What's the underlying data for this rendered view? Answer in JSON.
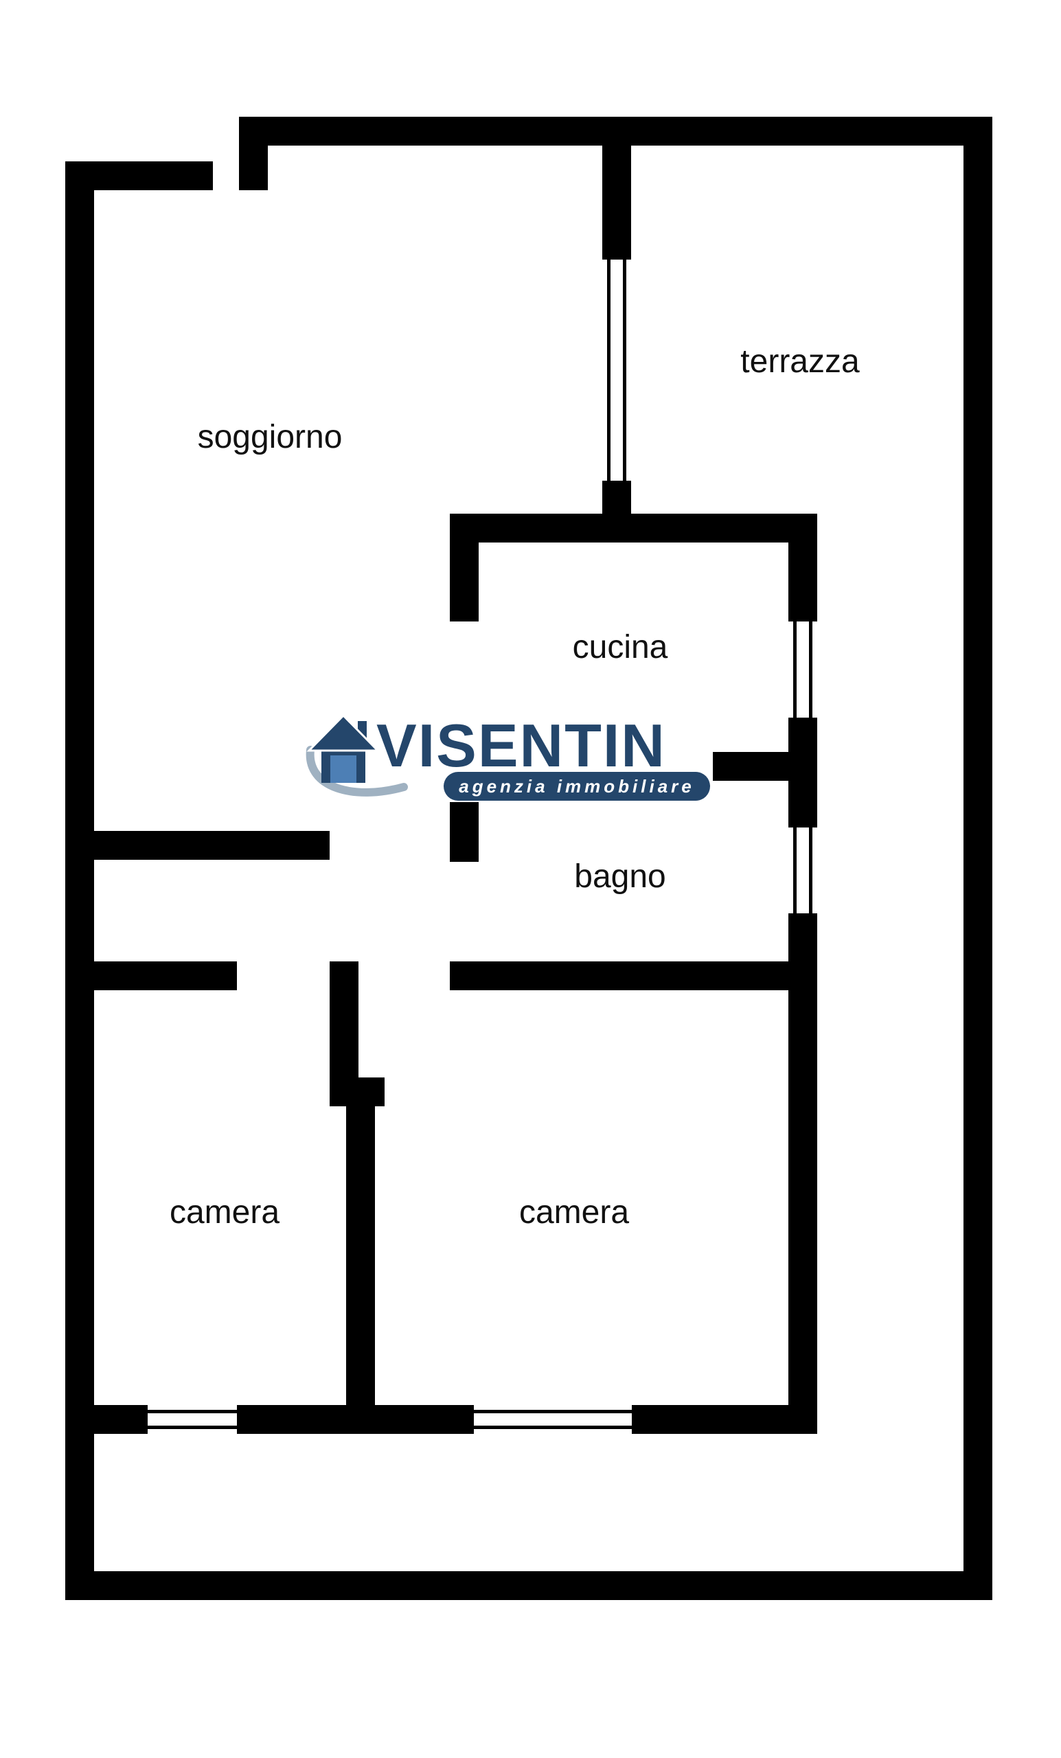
{
  "page": {
    "background": "#ffffff",
    "wall_color": "#000000",
    "label_color": "#111111"
  },
  "rooms": [
    {
      "name": "soggiorno",
      "label": "soggiorno"
    },
    {
      "name": "terrazza",
      "label": "terrazza"
    },
    {
      "name": "cucina",
      "label": "cucina"
    },
    {
      "name": "bagno",
      "label": "bagno"
    },
    {
      "name": "camera-left",
      "label": "camera"
    },
    {
      "name": "camera-right",
      "label": "camera"
    }
  ],
  "logo": {
    "name": "VISENTIN",
    "tagline": "agenzia immobiliare",
    "colors": {
      "navy": "#24466b",
      "blue": "#4d7fb5",
      "swoosh": "#9fb1c1"
    }
  }
}
